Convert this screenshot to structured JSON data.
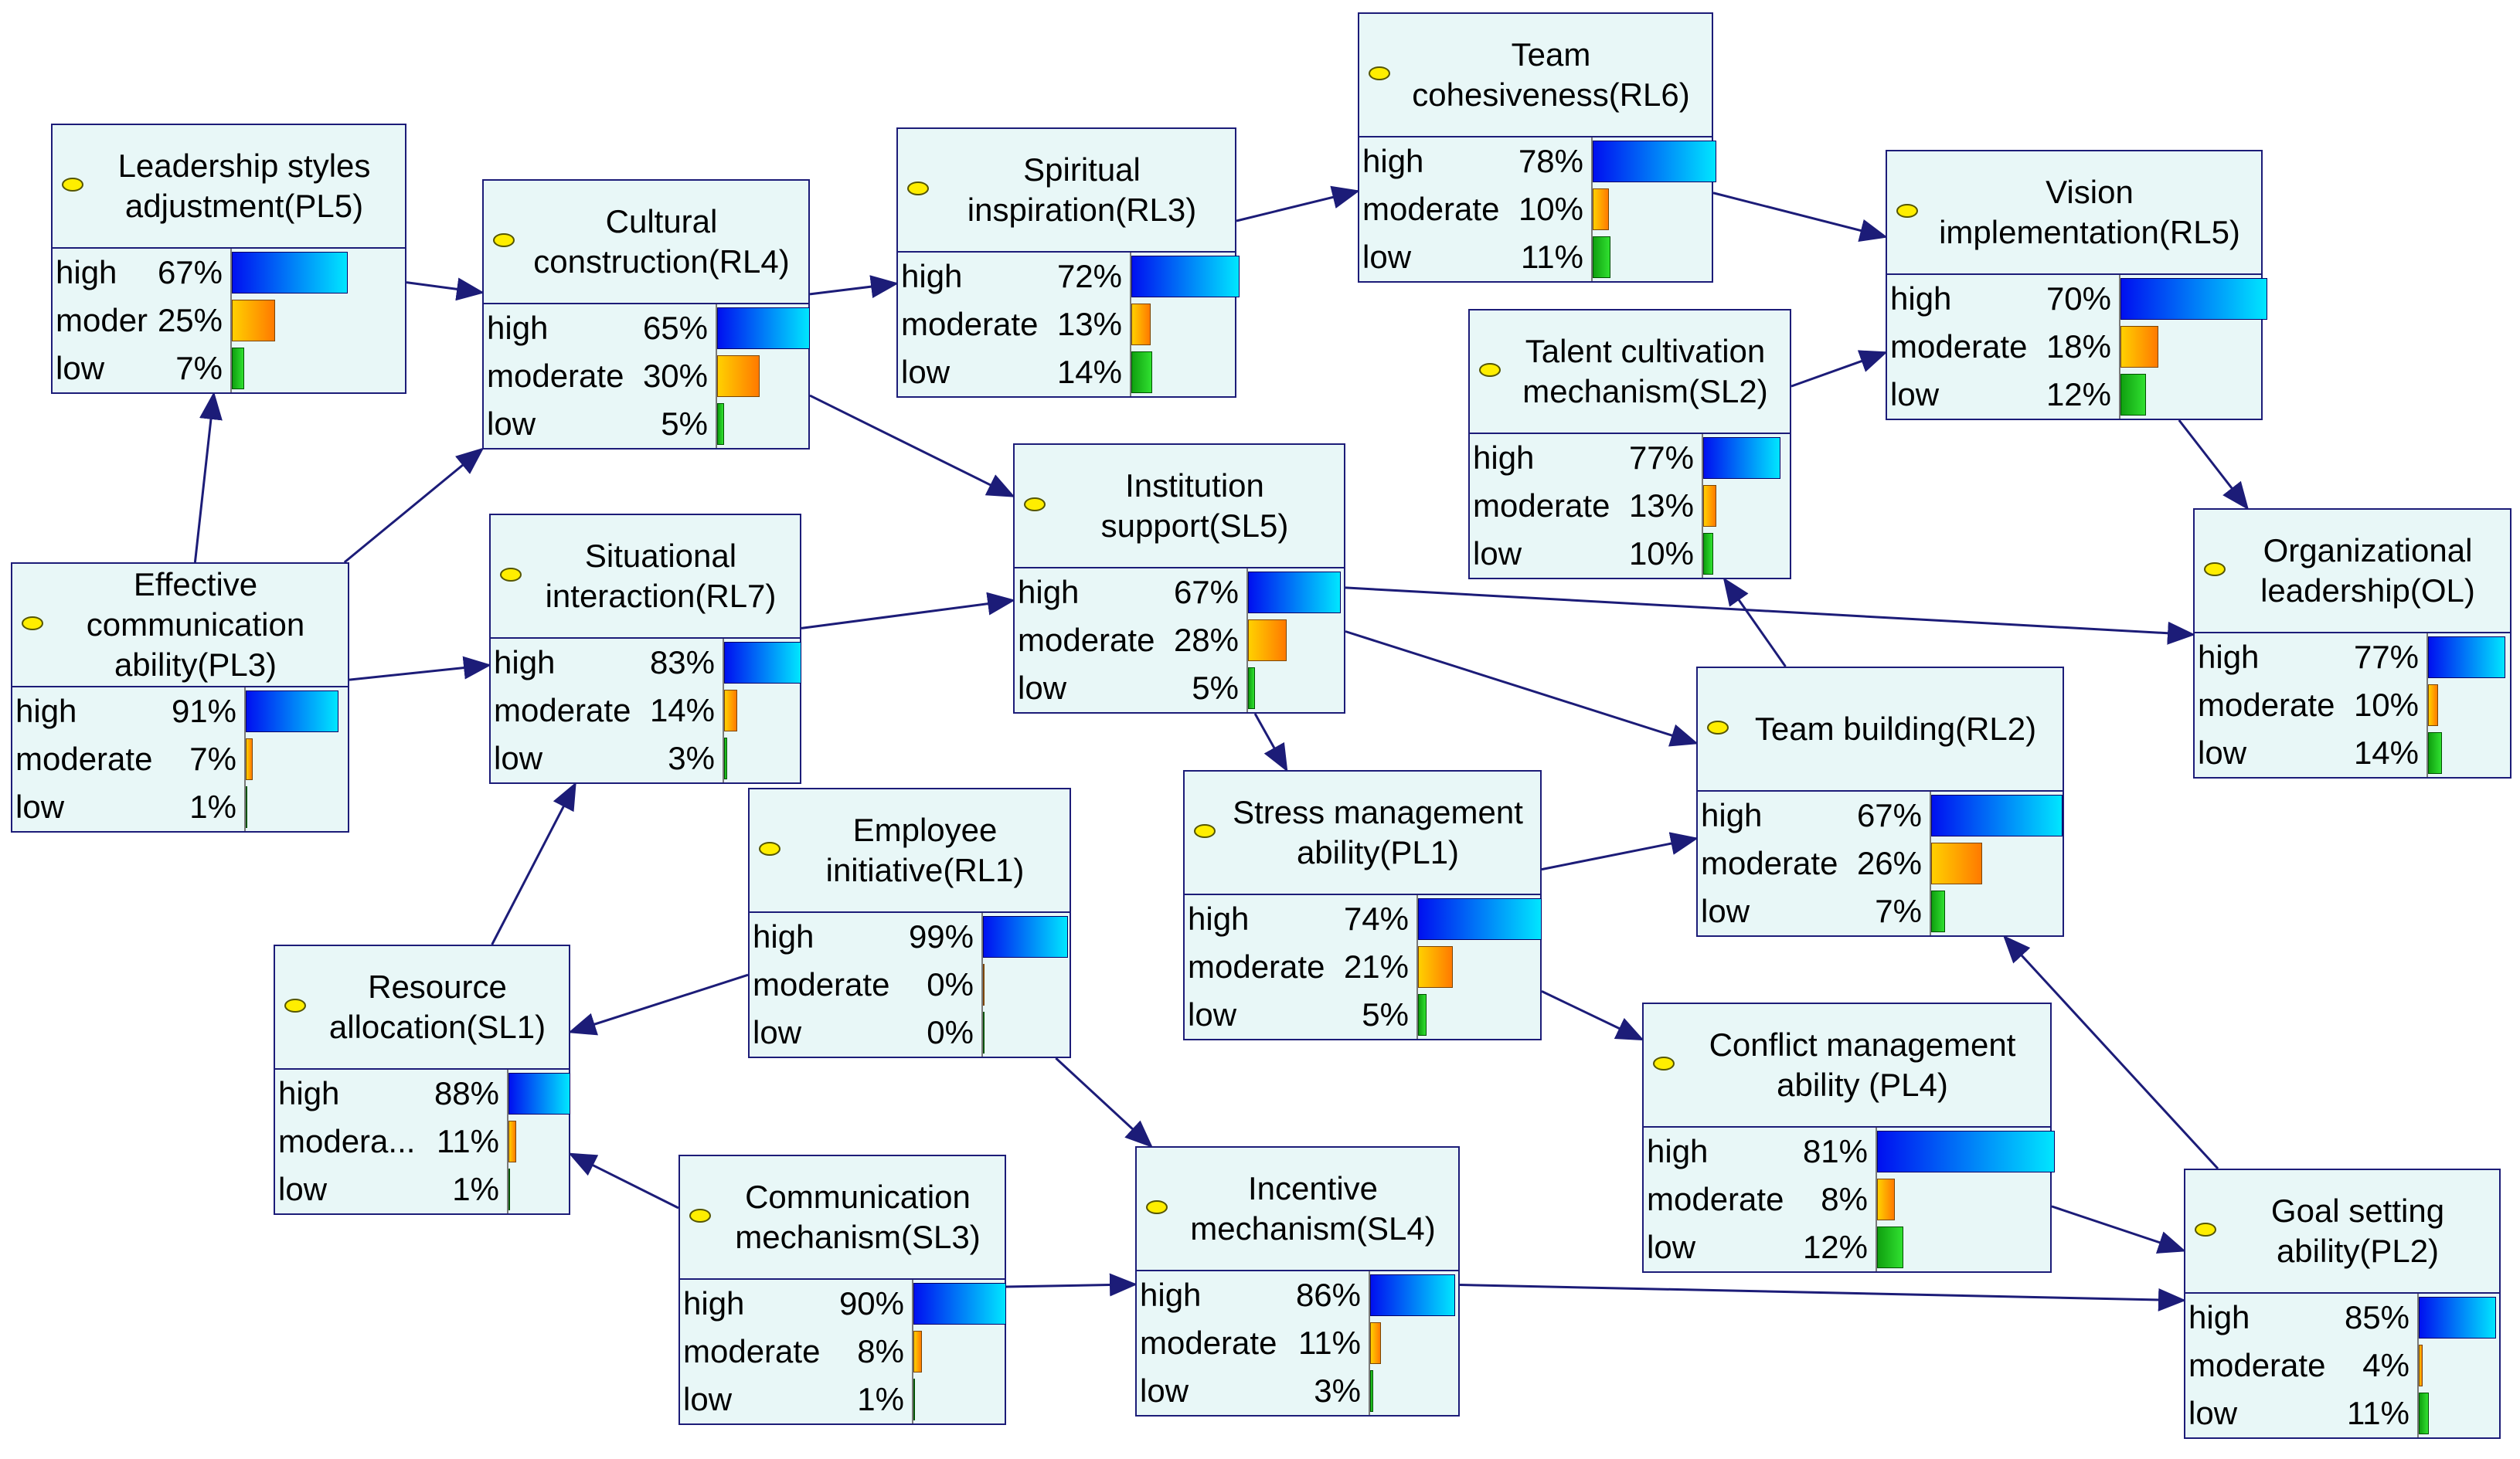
{
  "colors": {
    "node_fill": "#e8f7f7",
    "node_border": "#1c1c78",
    "arrow": "#1c1c78",
    "indicator_dot": "#ffee00",
    "high_bar": "#0044ff",
    "moderate_bar": "#ffa500",
    "low_bar": "#22c022"
  },
  "nodes": [
    {
      "id": "PL5",
      "title": [
        "Leadership styles",
        "adjustment(PL5)"
      ],
      "states": [
        {
          "label": "high",
          "value": "67%",
          "p": 0.67
        },
        {
          "label": "moderate",
          "value": "25%",
          "p": 0.25
        },
        {
          "label": "low",
          "value": "7%",
          "p": 0.07
        }
      ]
    },
    {
      "id": "RL4",
      "title": [
        "Cultural",
        "construction(RL4)"
      ],
      "states": [
        {
          "label": "high",
          "value": "65%",
          "p": 0.65
        },
        {
          "label": "moderate",
          "value": "30%",
          "p": 0.3
        },
        {
          "label": "low",
          "value": "5%",
          "p": 0.05
        }
      ]
    },
    {
      "id": "RL3",
      "title": [
        "Spiritual",
        "inspiration(RL3)"
      ],
      "states": [
        {
          "label": "high",
          "value": "72%",
          "p": 0.72
        },
        {
          "label": "moderate",
          "value": "13%",
          "p": 0.13
        },
        {
          "label": "low",
          "value": "14%",
          "p": 0.14
        }
      ]
    },
    {
      "id": "RL6",
      "title": [
        "Team",
        "cohesiveness(RL6)"
      ],
      "states": [
        {
          "label": "high",
          "value": "78%",
          "p": 0.78
        },
        {
          "label": "moderate",
          "value": "10%",
          "p": 0.1
        },
        {
          "label": "low",
          "value": "11%",
          "p": 0.11
        }
      ]
    },
    {
      "id": "RL5",
      "title": [
        "Vision",
        "implementation(RL5)"
      ],
      "states": [
        {
          "label": "high",
          "value": "70%",
          "p": 0.7
        },
        {
          "label": "moderate",
          "value": "18%",
          "p": 0.18
        },
        {
          "label": "low",
          "value": "12%",
          "p": 0.12
        }
      ]
    },
    {
      "id": "SL2",
      "title": [
        "Talent cultivation",
        "mechanism(SL2)"
      ],
      "states": [
        {
          "label": "high",
          "value": "77%",
          "p": 0.77
        },
        {
          "label": "moderate",
          "value": "13%",
          "p": 0.13
        },
        {
          "label": "low",
          "value": "10%",
          "p": 0.1
        }
      ]
    },
    {
      "id": "PL3",
      "title": [
        "Effective",
        "communication",
        "ability(PL3)"
      ],
      "states": [
        {
          "label": "high",
          "value": "91%",
          "p": 0.91
        },
        {
          "label": "moderate",
          "value": "7%",
          "p": 0.07
        },
        {
          "label": "low",
          "value": "1%",
          "p": 0.01
        }
      ]
    },
    {
      "id": "RL7",
      "title": [
        "Situational",
        "interaction(RL7)"
      ],
      "states": [
        {
          "label": "high",
          "value": "83%",
          "p": 0.83
        },
        {
          "label": "moderate",
          "value": "14%",
          "p": 0.14
        },
        {
          "label": "low",
          "value": "3%",
          "p": 0.03
        }
      ]
    },
    {
      "id": "SL5",
      "title": [
        "Institution",
        "support(SL5)"
      ],
      "states": [
        {
          "label": "high",
          "value": "67%",
          "p": 0.67
        },
        {
          "label": "moderate",
          "value": "28%",
          "p": 0.28
        },
        {
          "label": "low",
          "value": "5%",
          "p": 0.05
        }
      ]
    },
    {
      "id": "OL",
      "title": [
        "Organizational",
        "leadership(OL)"
      ],
      "states": [
        {
          "label": "high",
          "value": "77%",
          "p": 0.77
        },
        {
          "label": "moderate",
          "value": "10%",
          "p": 0.1
        },
        {
          "label": "low",
          "value": "14%",
          "p": 0.14
        }
      ]
    },
    {
      "id": "RL2",
      "title": [
        "Team building(RL2)"
      ],
      "states": [
        {
          "label": "high",
          "value": "67%",
          "p": 0.67
        },
        {
          "label": "moderate",
          "value": "26%",
          "p": 0.26
        },
        {
          "label": "low",
          "value": "7%",
          "p": 0.07
        }
      ]
    },
    {
      "id": "RL1",
      "title": [
        "Employee",
        "initiative(RL1)"
      ],
      "states": [
        {
          "label": "high",
          "value": "99%",
          "p": 0.99
        },
        {
          "label": "moderate",
          "value": "0%",
          "p": 0.0
        },
        {
          "label": "low",
          "value": "0%",
          "p": 0.0
        }
      ]
    },
    {
      "id": "PL1",
      "title": [
        "Stress management",
        "ability(PL1)"
      ],
      "states": [
        {
          "label": "high",
          "value": "74%",
          "p": 0.74
        },
        {
          "label": "moderate",
          "value": "21%",
          "p": 0.21
        },
        {
          "label": "low",
          "value": "5%",
          "p": 0.05
        }
      ]
    },
    {
      "id": "SL1",
      "title": [
        "Resource",
        "allocation(SL1)"
      ],
      "states": [
        {
          "label": "high",
          "value": "88%",
          "p": 0.88
        },
        {
          "label": "modera...",
          "value": "11%",
          "p": 0.11
        },
        {
          "label": "low",
          "value": "1%",
          "p": 0.01
        }
      ]
    },
    {
      "id": "PL4",
      "title": [
        "Conflict management",
        "ability (PL4)"
      ],
      "states": [
        {
          "label": "high",
          "value": "81%",
          "p": 0.81
        },
        {
          "label": "moderate",
          "value": "8%",
          "p": 0.08
        },
        {
          "label": "low",
          "value": "12%",
          "p": 0.12
        }
      ]
    },
    {
      "id": "SL3",
      "title": [
        "Communication",
        "mechanism(SL3)"
      ],
      "states": [
        {
          "label": "high",
          "value": "90%",
          "p": 0.9
        },
        {
          "label": "moderate",
          "value": "8%",
          "p": 0.08
        },
        {
          "label": "low",
          "value": "1%",
          "p": 0.01
        }
      ]
    },
    {
      "id": "SL4",
      "title": [
        "Incentive",
        "mechanism(SL4)"
      ],
      "states": [
        {
          "label": "high",
          "value": "86%",
          "p": 0.86
        },
        {
          "label": "moderate",
          "value": "11%",
          "p": 0.11
        },
        {
          "label": "low",
          "value": "3%",
          "p": 0.03
        }
      ]
    },
    {
      "id": "PL2",
      "title": [
        "Goal setting",
        "ability(PL2)"
      ],
      "states": [
        {
          "label": "high",
          "value": "85%",
          "p": 0.85
        },
        {
          "label": "moderate",
          "value": "4%",
          "p": 0.04
        },
        {
          "label": "low",
          "value": "11%",
          "p": 0.11
        }
      ]
    }
  ],
  "edges": [
    {
      "from": "PL3",
      "to": "PL5"
    },
    {
      "from": "PL3",
      "to": "RL4"
    },
    {
      "from": "PL3",
      "to": "RL7"
    },
    {
      "from": "PL5",
      "to": "RL4"
    },
    {
      "from": "RL4",
      "to": "RL3"
    },
    {
      "from": "RL4",
      "to": "SL5"
    },
    {
      "from": "RL3",
      "to": "RL6"
    },
    {
      "from": "RL6",
      "to": "RL5"
    },
    {
      "from": "SL2",
      "to": "RL5"
    },
    {
      "from": "RL5",
      "to": "OL"
    },
    {
      "from": "RL7",
      "to": "SL5"
    },
    {
      "from": "SL5",
      "to": "OL"
    },
    {
      "from": "SL5",
      "to": "RL2"
    },
    {
      "from": "SL5",
      "to": "PL1"
    },
    {
      "from": "RL2",
      "to": "SL2"
    },
    {
      "from": "PL1",
      "to": "RL2"
    },
    {
      "from": "PL1",
      "to": "PL4"
    },
    {
      "from": "PL2",
      "to": "RL2"
    },
    {
      "from": "PL4",
      "to": "PL2"
    },
    {
      "from": "SL4",
      "to": "PL2"
    },
    {
      "from": "RL1",
      "to": "SL1"
    },
    {
      "from": "RL1",
      "to": "SL4"
    },
    {
      "from": "SL1",
      "to": "RL7"
    },
    {
      "from": "SL3",
      "to": "SL1"
    },
    {
      "from": "SL3",
      "to": "SL4"
    }
  ]
}
